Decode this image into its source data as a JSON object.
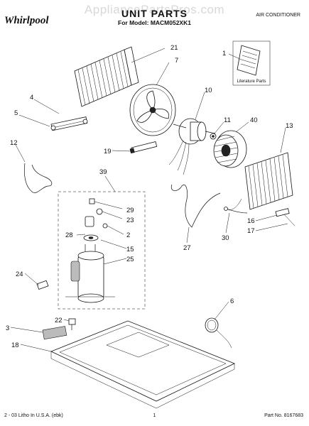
{
  "header": {
    "watermark": "AppliancePartsPros.com",
    "brand": "Whirlpool",
    "title": "UNIT PARTS",
    "model_line": "For Model: MACM052XK1",
    "doc_type": "AIR CONDITIONER"
  },
  "literature_label": "Literature Parts",
  "callouts": [
    "21",
    "7",
    "1",
    "4",
    "10",
    "5",
    "11",
    "40",
    "13",
    "12",
    "19",
    "39",
    "29",
    "23",
    "2",
    "28",
    "15",
    "25",
    "16",
    "17",
    "30",
    "27",
    "24",
    "6",
    "22",
    "3",
    "18"
  ],
  "footer": {
    "left": "2 - 03 Litho In U.S.A. (ebk)",
    "center": "1",
    "right": "Part No. 8167683"
  }
}
